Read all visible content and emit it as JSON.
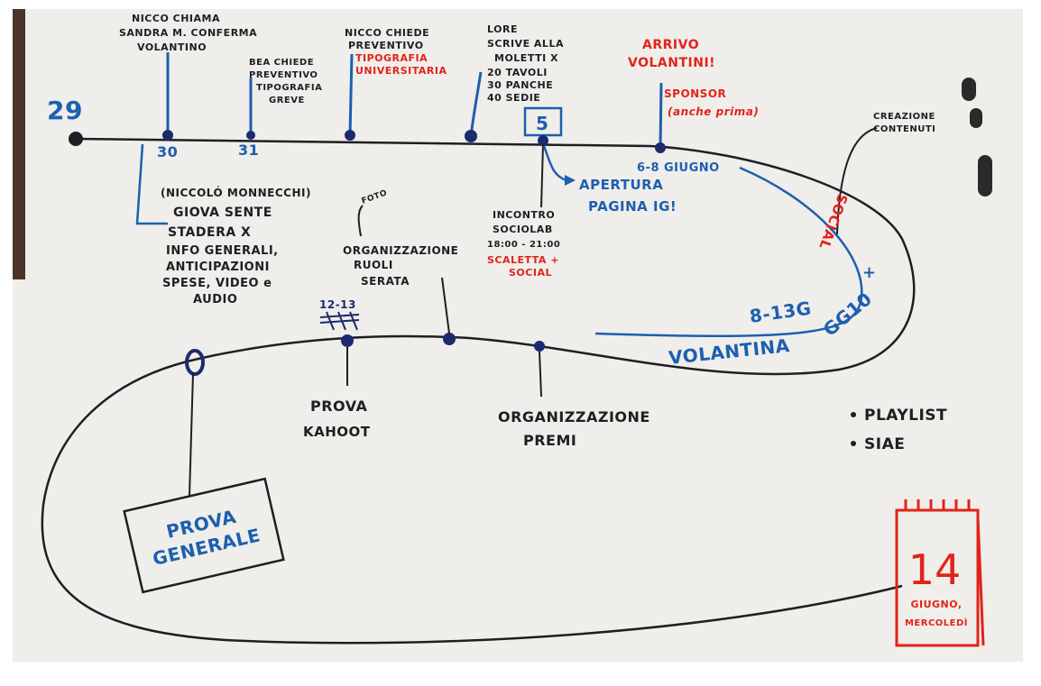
{
  "colors": {
    "paper": "#f4f3ef",
    "ink_black": "#1e1e24",
    "ink_blue": "#1d5fb0",
    "ink_navy": "#1c2a6e",
    "ink_red": "#e2231a",
    "frame": "#ffffff"
  },
  "timeline": {
    "start_day": "29",
    "day_30": "30",
    "day_31": "31",
    "day_5": "5",
    "giugno_range": "6-8 GIUGNO",
    "range_8_13": "8-13G",
    "gg_suffix": "GG10",
    "range_12_13": "12-13",
    "volantina": "VOLANTINA"
  },
  "notes": {
    "nicco_chiama": [
      "NICCO CHIAMA",
      "SANDRA M. CONFERMA",
      "VOLANTINO"
    ],
    "bea_chiede": [
      "BEA CHIEDE",
      "PREVENTIVO",
      "TIPOGRAFIA",
      "GREVE"
    ],
    "nicco_chiede_black": [
      "NICCO CHIEDE",
      "PREVENTIVO"
    ],
    "nicco_chiede_red": [
      "TIPOGRAFIA",
      "UNIVERSITARIA"
    ],
    "lore_scrive": [
      "LORE",
      "SCRIVE ALLA",
      "MOLETTI X",
      "20 TAVOLI",
      "30 PANCHE",
      "40 SEDIE"
    ],
    "arrivo": [
      "ARRIVO",
      "VOLANTINI!"
    ],
    "sponsor": [
      "SPONSOR",
      "(anche prima)"
    ],
    "creazione": [
      "CREAZIONE",
      "CONTENUTI"
    ],
    "apertura": [
      "APERTURA",
      "PAGINA IG!"
    ],
    "incontro_black": [
      "INCONTRO",
      "SOCIOLAB",
      "18:00 - 21:00"
    ],
    "incontro_red": [
      "SCALETTA +",
      "SOCIAL"
    ],
    "niccolo": [
      "(NICCOLÓ MONNECCHI)",
      "GIOVA SENTE",
      "STADERA X",
      "INFO GENERALI,",
      "ANTICIPAZIONI",
      "SPESE, VIDEO e",
      "AUDIO"
    ],
    "foto": "FOTO",
    "organizzazione_ruoli": [
      "ORGANIZZAZIONE",
      "RUOLI",
      "SERATA"
    ],
    "social_red": "SOCIAL",
    "plus": "+",
    "prova_kahoot": [
      "PROVA",
      "KAHOOT"
    ],
    "organizzazione_premi": [
      "ORGANIZZAZIONE",
      "PREMI"
    ],
    "bullets": [
      "PLAYLIST",
      "SIAE"
    ],
    "prova_generale": [
      "PROVA",
      "GENERALE"
    ],
    "calendar": {
      "day": "14",
      "label": [
        "GIUGNO,",
        "MERCOLEDÌ"
      ]
    }
  }
}
